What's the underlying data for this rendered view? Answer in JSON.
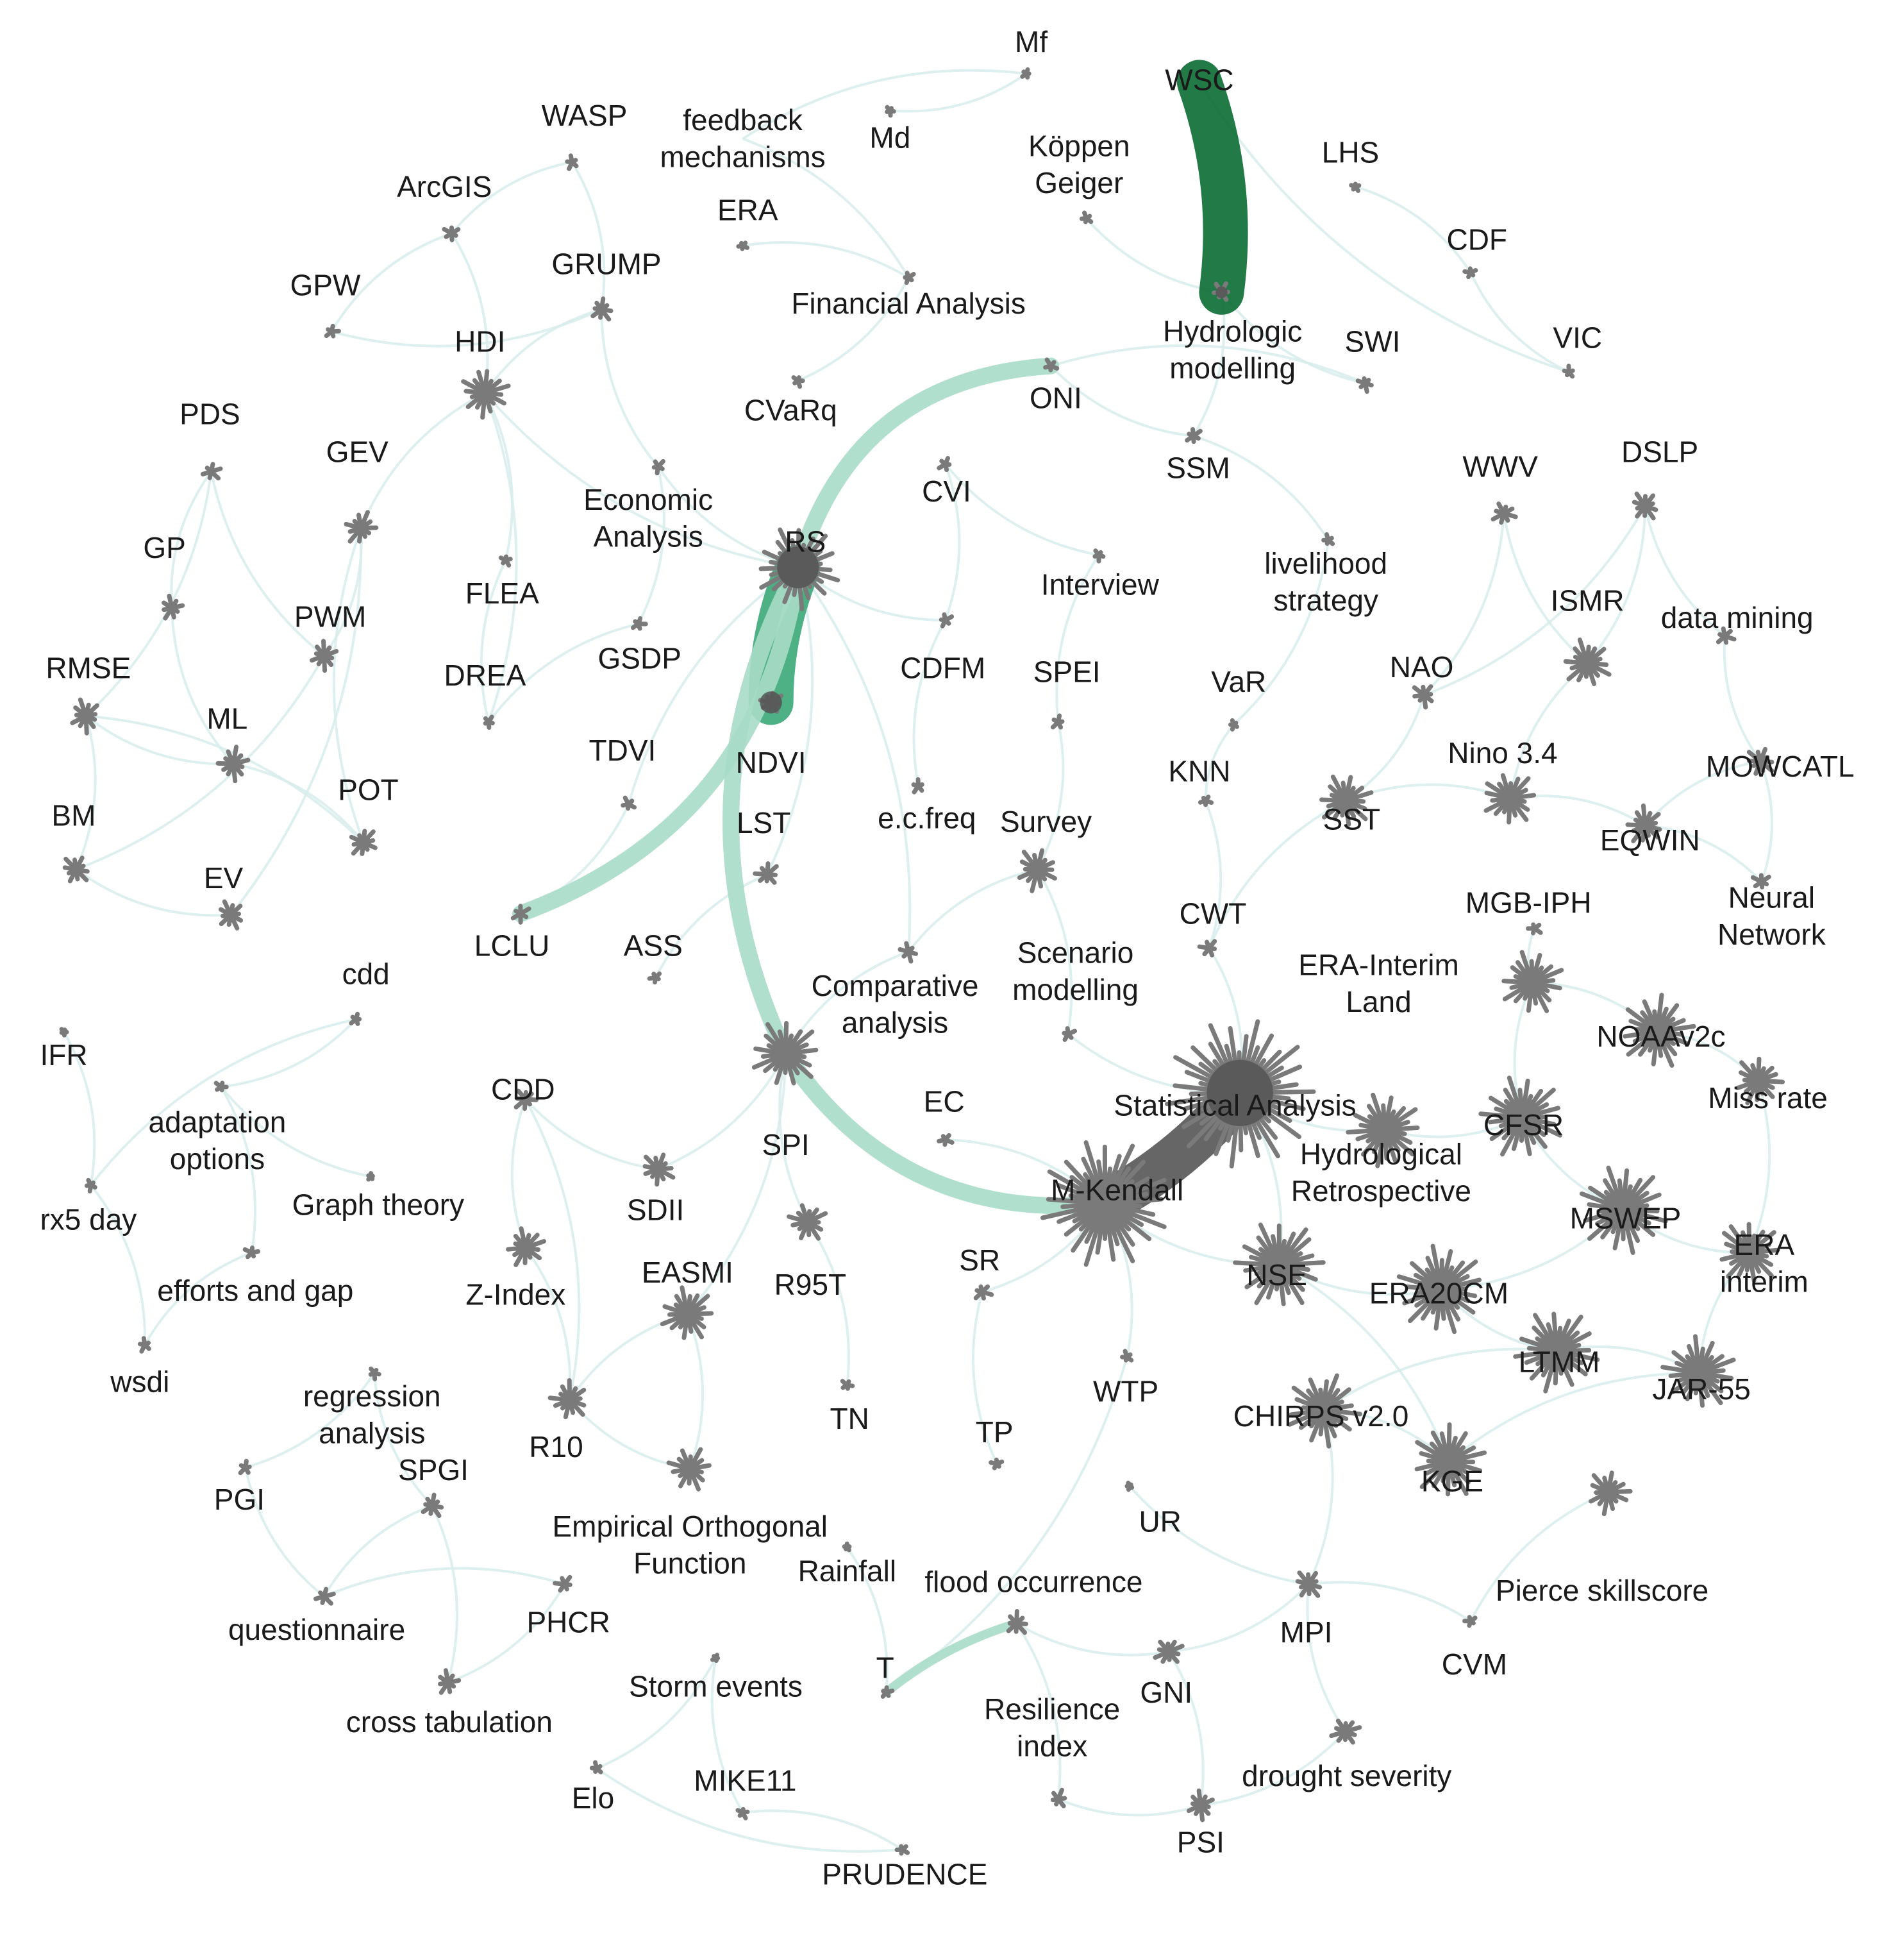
{
  "colors": {
    "edge": "#d8ecec",
    "node": "#7a7a7a",
    "hub_dark": "#555555",
    "label": "#1a1a1a",
    "strong_dark_green": "#0a6b32",
    "strong_mid_green": "#3aa878",
    "strong_light_green": "#a8dcc8"
  },
  "nodes": [
    {
      "id": "Mf",
      "label": "Mf"
    },
    {
      "id": "WSC",
      "label": "WSC"
    },
    {
      "id": "WASP",
      "label": "WASP"
    },
    {
      "id": "feedback",
      "label": "feedback mechanisms"
    },
    {
      "id": "Md",
      "label": "Md"
    },
    {
      "id": "Koppen",
      "label": "Köppen Geiger"
    },
    {
      "id": "LHS",
      "label": "LHS"
    },
    {
      "id": "ArcGIS",
      "label": "ArcGIS"
    },
    {
      "id": "ERA_top",
      "label": "ERA"
    },
    {
      "id": "CDF",
      "label": "CDF"
    },
    {
      "id": "GPW",
      "label": "GPW"
    },
    {
      "id": "GRUMP",
      "label": "GRUMP"
    },
    {
      "id": "FinAn",
      "label": "Financial Analysis"
    },
    {
      "id": "HDI",
      "label": "HDI"
    },
    {
      "id": "HydroMod",
      "label": "Hydrologic modelling"
    },
    {
      "id": "SWI",
      "label": "SWI"
    },
    {
      "id": "VIC",
      "label": "VIC"
    },
    {
      "id": "CVaRq",
      "label": "CVaRq"
    },
    {
      "id": "ONI",
      "label": "ONI"
    },
    {
      "id": "PDS",
      "label": "PDS"
    },
    {
      "id": "GEV",
      "label": "GEV"
    },
    {
      "id": "SSM",
      "label": "SSM"
    },
    {
      "id": "WWV",
      "label": "WWV"
    },
    {
      "id": "DSLP",
      "label": "DSLP"
    },
    {
      "id": "CVI",
      "label": "CVI"
    },
    {
      "id": "EconAn",
      "label": "Economic Analysis"
    },
    {
      "id": "RS",
      "label": "RS"
    },
    {
      "id": "GP",
      "label": "GP"
    },
    {
      "id": "Interview",
      "label": "Interview"
    },
    {
      "id": "livelihood",
      "label": "livelihood strategy"
    },
    {
      "id": "FLEA",
      "label": "FLEA"
    },
    {
      "id": "ISMR",
      "label": "ISMR"
    },
    {
      "id": "datamining",
      "label": "data mining"
    },
    {
      "id": "PWM",
      "label": "PWM"
    },
    {
      "id": "GSDP",
      "label": "GSDP"
    },
    {
      "id": "RMSE",
      "label": "RMSE"
    },
    {
      "id": "CDFM",
      "label": "CDFM"
    },
    {
      "id": "SPEI",
      "label": "SPEI"
    },
    {
      "id": "DREA",
      "label": "DREA"
    },
    {
      "id": "VaR",
      "label": "VaR"
    },
    {
      "id": "NAO",
      "label": "NAO"
    },
    {
      "id": "ML",
      "label": "ML"
    },
    {
      "id": "TDVI",
      "label": "TDVI"
    },
    {
      "id": "NDVI",
      "label": "NDVI"
    },
    {
      "id": "Nino",
      "label": "Nino 3.4"
    },
    {
      "id": "KNN",
      "label": "KNN"
    },
    {
      "id": "MOWCATL",
      "label": "MOWCATL"
    },
    {
      "id": "POT",
      "label": "POT"
    },
    {
      "id": "BM",
      "label": "BM"
    },
    {
      "id": "LST",
      "label": "LST"
    },
    {
      "id": "ecfreq",
      "label": "e.c.freq"
    },
    {
      "id": "Survey",
      "label": "Survey"
    },
    {
      "id": "SST",
      "label": "SST"
    },
    {
      "id": "EQWIN",
      "label": "EQWIN"
    },
    {
      "id": "EV",
      "label": "EV"
    },
    {
      "id": "NeuralNet",
      "label": "Neural Network"
    },
    {
      "id": "MGB",
      "label": "MGB-IPH"
    },
    {
      "id": "CWT",
      "label": "CWT"
    },
    {
      "id": "LCLU",
      "label": "LCLU"
    },
    {
      "id": "ASS",
      "label": "ASS"
    },
    {
      "id": "Scenario",
      "label": "Scenario modelling"
    },
    {
      "id": "cdd",
      "label": "cdd"
    },
    {
      "id": "ERAInterimLand",
      "label": "ERA-Interim Land"
    },
    {
      "id": "CompAn",
      "label": "Comparative analysis"
    },
    {
      "id": "NOAAv2c",
      "label": "NOAAv2c"
    },
    {
      "id": "IFR",
      "label": "IFR"
    },
    {
      "id": "CDD",
      "label": "CDD"
    },
    {
      "id": "Missrate",
      "label": "Miss rate"
    },
    {
      "id": "adaptation",
      "label": "adaptation options"
    },
    {
      "id": "EC",
      "label": "EC"
    },
    {
      "id": "StatAn",
      "label": "Statistical Analysis"
    },
    {
      "id": "CFSR",
      "label": "CFSR"
    },
    {
      "id": "HydroRetro",
      "label": "Hydrological Retrospective"
    },
    {
      "id": "SPI",
      "label": "SPI"
    },
    {
      "id": "Graph",
      "label": "Graph theory"
    },
    {
      "id": "MKendall",
      "label": "M-Kendall"
    },
    {
      "id": "rx5",
      "label": "rx5 day"
    },
    {
      "id": "SDII",
      "label": "SDII"
    },
    {
      "id": "MSWEP",
      "label": "MSWEP"
    },
    {
      "id": "ERAInterim",
      "label": "ERA interim"
    },
    {
      "id": "SR",
      "label": "SR"
    },
    {
      "id": "efforts",
      "label": "efforts and gap"
    },
    {
      "id": "EASMI",
      "label": "EASMI"
    },
    {
      "id": "NSE",
      "label": "NSE"
    },
    {
      "id": "ZIndex",
      "label": "Z-Index"
    },
    {
      "id": "R95T",
      "label": "R95T"
    },
    {
      "id": "ERA20CM",
      "label": "ERA20CM"
    },
    {
      "id": "wsdi",
      "label": "wsdi"
    },
    {
      "id": "LTMM",
      "label": "LTMM"
    },
    {
      "id": "regression",
      "label": "regression analysis"
    },
    {
      "id": "WTP",
      "label": "WTP"
    },
    {
      "id": "JAR55",
      "label": "JAR-55"
    },
    {
      "id": "TN",
      "label": "TN"
    },
    {
      "id": "CHIRPS",
      "label": "CHIRPS v2.0"
    },
    {
      "id": "TP",
      "label": "TP"
    },
    {
      "id": "R10",
      "label": "R10"
    },
    {
      "id": "SPGI",
      "label": "SPGI"
    },
    {
      "id": "KGE",
      "label": "KGE"
    },
    {
      "id": "PGI",
      "label": "PGI"
    },
    {
      "id": "EOF",
      "label": "Empirical Orthogonal Function"
    },
    {
      "id": "UR",
      "label": "UR"
    },
    {
      "id": "Rainfall",
      "label": "Rainfall"
    },
    {
      "id": "flood",
      "label": "flood occurrence"
    },
    {
      "id": "Pierce",
      "label": "Pierce skillscore"
    },
    {
      "id": "questionnaire",
      "label": "questionnaire"
    },
    {
      "id": "PHCR",
      "label": "PHCR"
    },
    {
      "id": "MPI",
      "label": "MPI"
    },
    {
      "id": "CVM",
      "label": "CVM"
    },
    {
      "id": "T",
      "label": "T"
    },
    {
      "id": "Storm",
      "label": "Storm events"
    },
    {
      "id": "Resilience",
      "label": "Resilience index"
    },
    {
      "id": "GNI",
      "label": "GNI"
    },
    {
      "id": "crosstab",
      "label": "cross tabulation"
    },
    {
      "id": "drought",
      "label": "drought severity"
    },
    {
      "id": "Elo",
      "label": "Elo"
    },
    {
      "id": "MIKE11",
      "label": "MIKE11"
    },
    {
      "id": "PSI",
      "label": "PSI"
    },
    {
      "id": "PRUDENCE",
      "label": "PRUDENCE"
    }
  ],
  "strong_edges": [
    {
      "source": "WSC",
      "target": "HydroMod",
      "weight": "heavy",
      "color": "strong_dark_green"
    },
    {
      "source": "RS",
      "target": "NDVI",
      "weight": "heavy",
      "color": "strong_mid_green"
    },
    {
      "source": "RS",
      "target": "ONI",
      "weight": "medium",
      "color": "strong_light_green"
    },
    {
      "source": "RS",
      "target": "LCLU",
      "weight": "medium",
      "color": "strong_light_green"
    },
    {
      "source": "RS",
      "target": "SPI",
      "weight": "medium",
      "color": "strong_light_green"
    },
    {
      "source": "SPI",
      "target": "MKendall",
      "weight": "medium",
      "color": "strong_light_green"
    },
    {
      "source": "MKendall",
      "target": "StatAn",
      "weight": "heavy",
      "color": "hub_dark"
    },
    {
      "source": "flood",
      "target": "T",
      "weight": "light",
      "color": "strong_light_green"
    }
  ],
  "edges": [
    [
      "Mf",
      "Md"
    ],
    [
      "Mf",
      "feedback"
    ],
    [
      "WASP",
      "GRUMP"
    ],
    [
      "WASP",
      "ArcGIS"
    ],
    [
      "feedback",
      "FinAn"
    ],
    [
      "Koppen",
      "HydroMod"
    ],
    [
      "LHS",
      "CDF"
    ],
    [
      "CDF",
      "VIC"
    ],
    [
      "ArcGIS",
      "HDI"
    ],
    [
      "ArcGIS",
      "GPW"
    ],
    [
      "ERA_top",
      "FinAn"
    ],
    [
      "GRUMP",
      "HDI"
    ],
    [
      "GRUMP",
      "GPW"
    ],
    [
      "GRUMP",
      "EconAn"
    ],
    [
      "FinAn",
      "CVaRq"
    ],
    [
      "HDI",
      "GEV"
    ],
    [
      "HDI",
      "FLEA"
    ],
    [
      "HDI",
      "RS"
    ],
    [
      "HDI",
      "DREA"
    ],
    [
      "HydroMod",
      "SWI"
    ],
    [
      "HydroMod",
      "SSM"
    ],
    [
      "WSC",
      "VIC"
    ],
    [
      "ONI",
      "SWI"
    ],
    [
      "ONI",
      "SSM"
    ],
    [
      "SSM",
      "livelihood"
    ],
    [
      "CVI",
      "Interview"
    ],
    [
      "CVI",
      "CDFM"
    ],
    [
      "EconAn",
      "RS"
    ],
    [
      "EconAn",
      "GSDP"
    ],
    [
      "RS",
      "CDFM"
    ],
    [
      "RS",
      "LST"
    ],
    [
      "RS",
      "TDVI"
    ],
    [
      "RS",
      "CompAn"
    ],
    [
      "PDS",
      "GP"
    ],
    [
      "PDS",
      "RMSE"
    ],
    [
      "PDS",
      "PWM"
    ],
    [
      "GEV",
      "PWM"
    ],
    [
      "GEV",
      "POT"
    ],
    [
      "GEV",
      "EV"
    ],
    [
      "GP",
      "ML"
    ],
    [
      "RMSE",
      "BM"
    ],
    [
      "RMSE",
      "ML"
    ],
    [
      "ML",
      "POT"
    ],
    [
      "BM",
      "EV"
    ],
    [
      "PWM",
      "BM"
    ],
    [
      "POT",
      "RMSE"
    ],
    [
      "WWV",
      "NAO"
    ],
    [
      "WWV",
      "ISMR"
    ],
    [
      "DSLP",
      "ISMR"
    ],
    [
      "DSLP",
      "datamining"
    ],
    [
      "DSLP",
      "NAO"
    ],
    [
      "ISMR",
      "Nino"
    ],
    [
      "NAO",
      "SST"
    ],
    [
      "Nino",
      "SST"
    ],
    [
      "Nino",
      "EQWIN"
    ],
    [
      "MOWCATL",
      "EQWIN"
    ],
    [
      "MOWCATL",
      "NeuralNet"
    ],
    [
      "datamining",
      "MOWCATL"
    ],
    [
      "EQWIN",
      "NeuralNet"
    ],
    [
      "SST",
      "CWT"
    ],
    [
      "SPEI",
      "Survey"
    ],
    [
      "CDFM",
      "ecfreq"
    ],
    [
      "Survey",
      "Scenario"
    ],
    [
      "Survey",
      "CompAn"
    ],
    [
      "KNN",
      "CWT"
    ],
    [
      "VaR",
      "KNN"
    ],
    [
      "CWT",
      "StatAn"
    ],
    [
      "MGB",
      "ERAInterimLand"
    ],
    [
      "ERAInterimLand",
      "NOAAv2c"
    ],
    [
      "ERAInterimLand",
      "CFSR"
    ],
    [
      "NOAAv2c",
      "Missrate"
    ],
    [
      "CFSR",
      "MSWEP"
    ],
    [
      "CFSR",
      "HydroRetro"
    ],
    [
      "MSWEP",
      "ERAInterim"
    ],
    [
      "MSWEP",
      "ERA20CM"
    ],
    [
      "ERA20CM",
      "LTMM"
    ],
    [
      "LTMM",
      "JAR55"
    ],
    [
      "NSE",
      "ERA20CM"
    ],
    [
      "NSE",
      "KGE"
    ],
    [
      "KGE",
      "CHIRPS"
    ],
    [
      "CHIRPS",
      "LTMM"
    ],
    [
      "StatAn",
      "HydroRetro"
    ],
    [
      "StatAn",
      "NSE"
    ],
    [
      "MKendall",
      "NSE"
    ],
    [
      "MKendall",
      "SR"
    ],
    [
      "MKendall",
      "EC"
    ],
    [
      "MKendall",
      "WTP"
    ],
    [
      "CompAn",
      "SPI"
    ],
    [
      "SPI",
      "SDII"
    ],
    [
      "SPI",
      "R95T"
    ],
    [
      "SPI",
      "EASMI"
    ],
    [
      "CDD",
      "ZIndex"
    ],
    [
      "CDD",
      "R10"
    ],
    [
      "CDD",
      "SDII"
    ],
    [
      "ZIndex",
      "R10"
    ],
    [
      "EASMI",
      "R10"
    ],
    [
      "EASMI",
      "EOF"
    ],
    [
      "R10",
      "EOF"
    ],
    [
      "R95T",
      "TN"
    ],
    [
      "SR",
      "TP"
    ],
    [
      "cdd",
      "adaptation"
    ],
    [
      "cdd",
      "rx5"
    ],
    [
      "adaptation",
      "efforts"
    ],
    [
      "adaptation",
      "Graph"
    ],
    [
      "rx5",
      "wsdi"
    ],
    [
      "efforts",
      "wsdi"
    ],
    [
      "IFR",
      "rx5"
    ],
    [
      "regression",
      "SPGI"
    ],
    [
      "regression",
      "PGI"
    ],
    [
      "SPGI",
      "questionnaire"
    ],
    [
      "SPGI",
      "crosstab"
    ],
    [
      "PGI",
      "questionnaire"
    ],
    [
      "questionnaire",
      "PHCR"
    ],
    [
      "crosstab",
      "PHCR"
    ],
    [
      "Storm",
      "Elo"
    ],
    [
      "Storm",
      "MIKE11"
    ],
    [
      "MIKE11",
      "PRUDENCE"
    ],
    [
      "Elo",
      "PRUDENCE"
    ],
    [
      "Rainfall",
      "T"
    ],
    [
      "flood",
      "GNI"
    ],
    [
      "flood",
      "Resilience"
    ],
    [
      "GNI",
      "MPI"
    ],
    [
      "GNI",
      "PSI"
    ],
    [
      "MPI",
      "drought"
    ],
    [
      "MPI",
      "CVM"
    ],
    [
      "Resilience",
      "PSI"
    ],
    [
      "drought",
      "PSI"
    ],
    [
      "UR",
      "MPI"
    ],
    [
      "WTP",
      "T"
    ],
    [
      "Pierce",
      "CVM"
    ],
    [
      "CHIRPS",
      "MPI"
    ],
    [
      "LST",
      "ASS"
    ],
    [
      "TDVI",
      "LCLU"
    ],
    [
      "Scenario",
      "StatAn"
    ],
    [
      "livelihood",
      "VaR"
    ],
    [
      "Interview",
      "SPEI"
    ],
    [
      "DREA",
      "GSDP"
    ],
    [
      "FLEA",
      "DREA"
    ],
    [
      "KGE",
      "JAR55"
    ],
    [
      "ERAInterim",
      "JAR55"
    ],
    [
      "Missrate",
      "ERAInterim"
    ]
  ]
}
